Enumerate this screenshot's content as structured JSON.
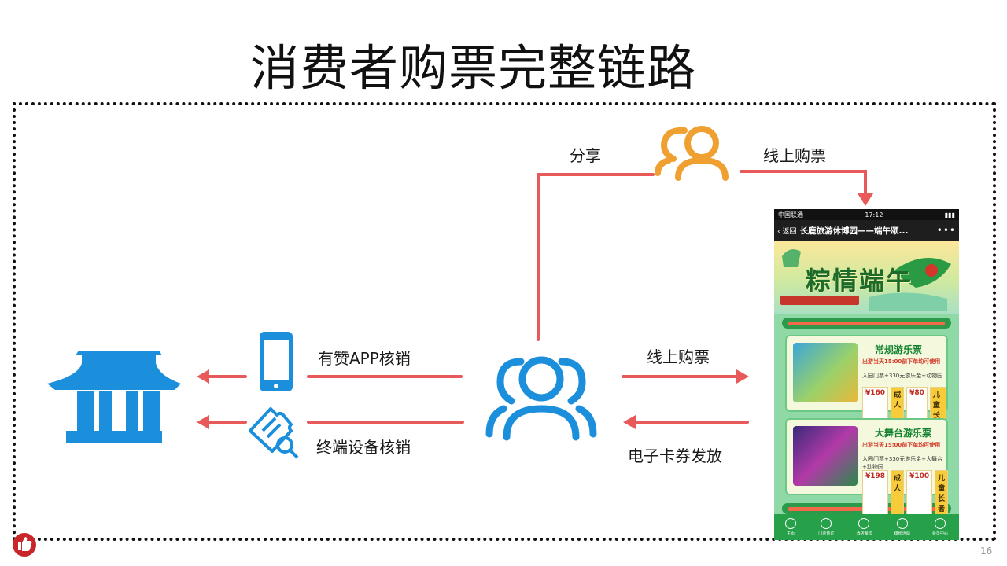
{
  "title": "消费者购票完整链路",
  "labels": {
    "share": "分享",
    "online_top": "线上购票",
    "app_verify": "有赞APP核销",
    "online_mid": "线上购票",
    "terminal_verify": "终端设备核销",
    "ecard": "电子卡券发放"
  },
  "phone": {
    "carrier": "中国联通",
    "time": "17:12",
    "back": "返回",
    "nav_title": "长鹿旅游休博园——端午颂...",
    "more": "•••",
    "banner_title": "粽情端午",
    "tickets": [
      {
        "name": "常规游乐票",
        "info": "出游当天15:00前下单均可使用",
        "detail": "入园门票+330元游乐金+动物园",
        "price_adult": "¥160",
        "adult": "成人",
        "price_child": "¥80",
        "child": "儿童长者"
      },
      {
        "name": "大舞台游乐票",
        "info": "出游当天15:00前下单均可使用",
        "detail": "入园门票+330元游乐金+大舞台+动物园",
        "price_adult": "¥198",
        "adult": "成人",
        "price_child": "¥100",
        "child": "儿童长者"
      }
    ],
    "tabs": [
      "主页",
      "门票预订",
      "酒店餐饮",
      "缤纷活动",
      "会员中心"
    ]
  },
  "page_number": "16",
  "colors": {
    "accent_blue": "#1b8fdc",
    "accent_orange": "#f0a030",
    "arrow_red": "#e85a5a",
    "phone_green": "#26a049"
  }
}
